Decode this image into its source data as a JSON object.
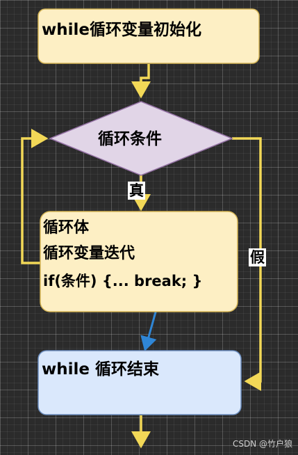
{
  "nodes": {
    "init": {
      "label": "while循环变量初始化"
    },
    "condition": {
      "label": "循环条件"
    },
    "body": {
      "lines": [
        "循环体",
        "循环变量迭代",
        "if(条件) {... break; }"
      ]
    },
    "end": {
      "label": "while 循环结束"
    }
  },
  "edges": {
    "true_label": "真",
    "false_label": "假"
  },
  "colors": {
    "flow_line": "#f2d857",
    "break_arrow": "#2f86d6",
    "process_fill": "#fdefc4",
    "process_stroke": "#d6b656",
    "decision_fill": "#e1d5e7",
    "decision_stroke": "#9673a6",
    "end_fill": "#dae8fc",
    "end_stroke": "#6c8ebf"
  },
  "watermark": "CSDN @竹户狼"
}
